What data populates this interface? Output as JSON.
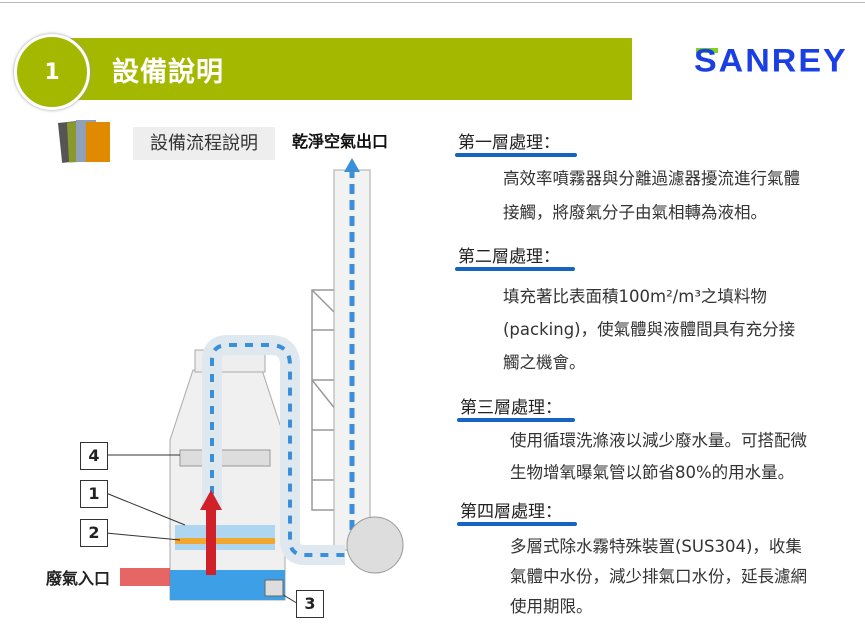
{
  "header": {
    "number": "1",
    "title": "設備說明",
    "logo": "SANREY"
  },
  "section_label": "設備流程說明",
  "diagram": {
    "outlet_label": "乾淨空氣出口",
    "inlet_label": "廢氣入口",
    "markers": [
      "4",
      "1",
      "2",
      "3"
    ]
  },
  "stages": [
    {
      "heading": "第一層處理：",
      "lines": [
        "高效率噴霧器與分離過濾器擾流進行氣體",
        "接觸，將廢氣分子由氣相轉為液相。"
      ]
    },
    {
      "heading": "第二層處理：",
      "lines": [
        "填充著比表面積100m²/m³之填料物",
        "(packing)，使氣體與液體間具有充分接",
        "觸之機會。"
      ]
    },
    {
      "heading": "第三層處理：",
      "lines": [
        "使用循環洗滌液以減少廢水量。可搭配微",
        "生物增氧曝氣管以節省80%的用水量。"
      ]
    },
    {
      "heading": "第四層處理：",
      "lines": [
        "多層式除水霧特殊裝置(SUS304)，收集",
        "氣體中水份，減少排氣口水份，延長濾網",
        "使用期限。"
      ]
    }
  ]
}
